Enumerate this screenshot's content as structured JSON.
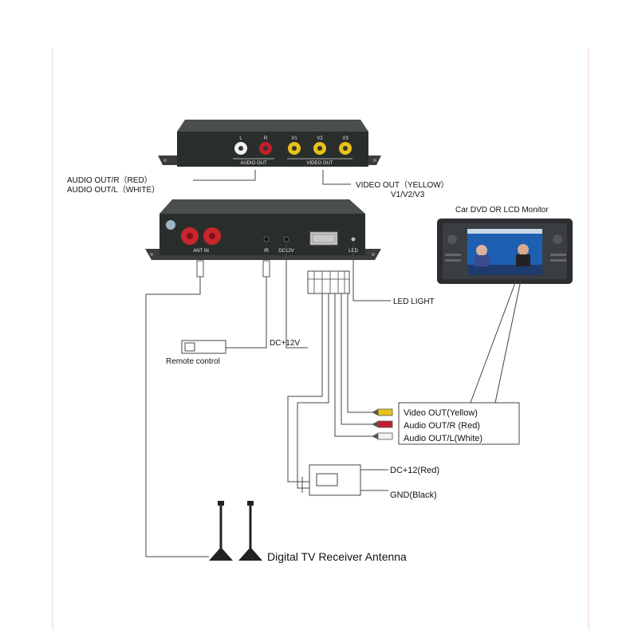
{
  "top_unit": {
    "port_labels": [
      "L",
      "R",
      "V1",
      "V2",
      "V3"
    ],
    "group_audio": "AUDIO OUT",
    "group_video": "VIDEO OUT"
  },
  "bottom_unit": {
    "port_labels": {
      "ant": "ANT IN",
      "ir": "IR",
      "dc": "DC12V",
      "led": "LED"
    }
  },
  "callouts": {
    "audio_out_r": "AUDIO OUT/R（RED）",
    "audio_out_l": "AUDIO OUT/L（WHITE）",
    "video_out": "VIDEO OUT（YELLOW）",
    "video_channels": "V1/V2/V3",
    "monitor_title": "Car DVD OR LCD Monitor",
    "led_light": "LED LIGHT",
    "dc12v": "DC+12V",
    "remote_control": "Remote control",
    "video_out_yellow": "Video OUT(Yellow)",
    "audio_out_red": "Audio OUT/R (Red)",
    "audio_out_white": "Audio OUT/L(White)",
    "dc12_red": "DC+12(Red)",
    "gnd_black": "GND(Black)",
    "antenna": "Digital TV Receiver Antenna"
  },
  "colors": {
    "device_body": "#2a2e2b",
    "rca_red": "#c0202a",
    "rca_white": "#f2f2f2",
    "rca_yellow": "#e8c21a",
    "ant_red": "#c8252c",
    "line": "#444444",
    "margin_rule": "#f1c9c4"
  }
}
